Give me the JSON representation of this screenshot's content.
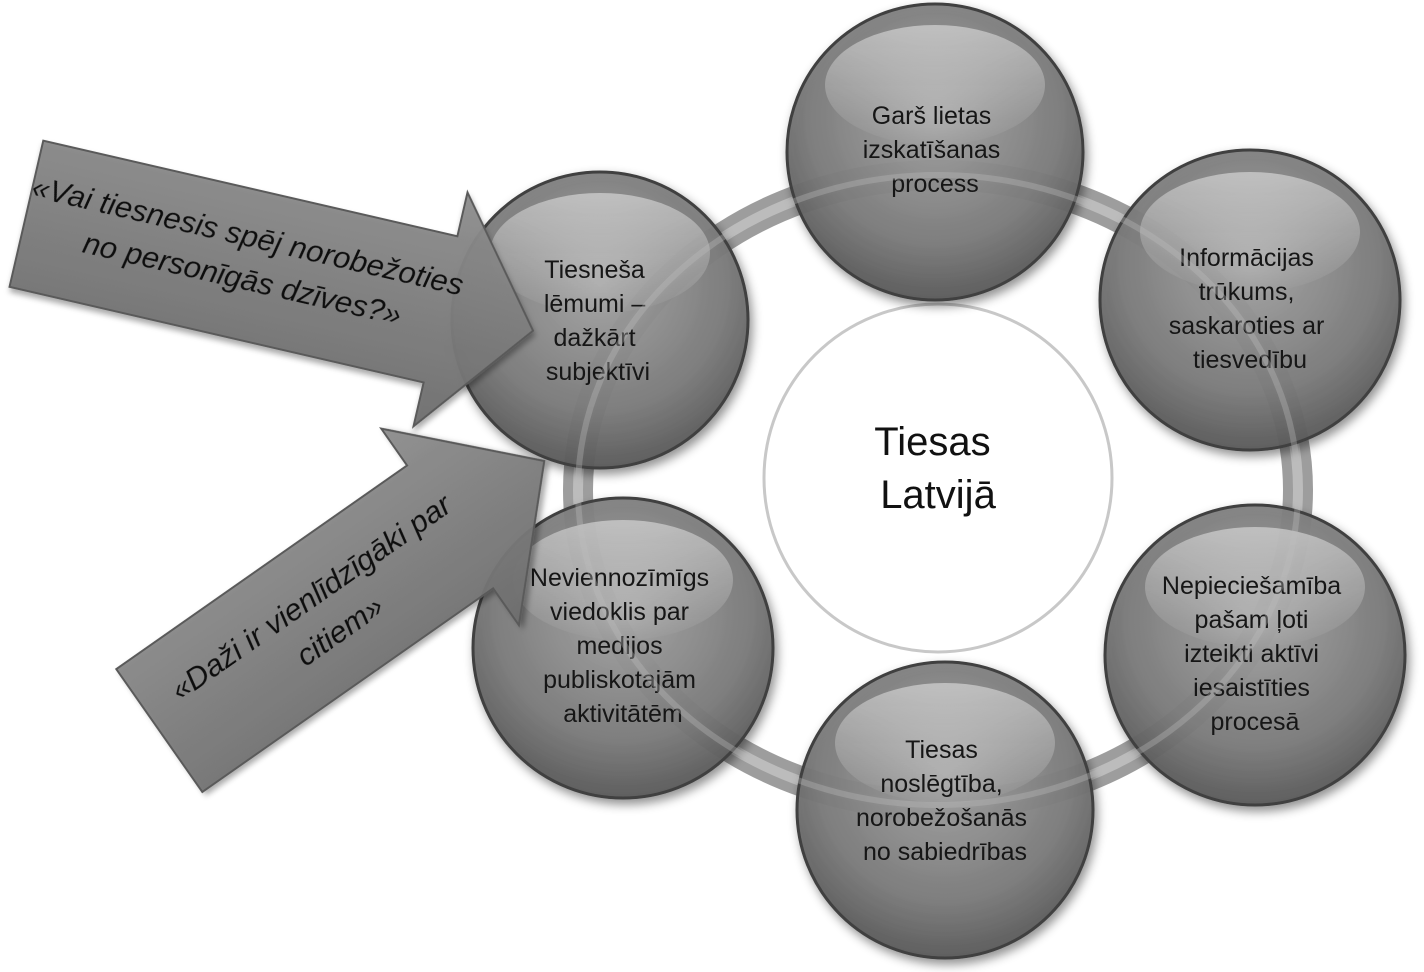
{
  "center": {
    "lines": [
      "Tiesas",
      "Latvijā"
    ]
  },
  "nodes": [
    {
      "id": "top",
      "lines": [
        "Garš lietas",
        "izskatīšanas",
        "process"
      ]
    },
    {
      "id": "upper-right",
      "lines": [
        "Informācijas",
        "trūkums,",
        "saskaroties ar",
        "tiesvedību"
      ]
    },
    {
      "id": "lower-right",
      "lines": [
        "Nepieciešamība",
        "pašam ļoti",
        "izteikti aktīvi",
        "iesaistīties",
        "procesā"
      ]
    },
    {
      "id": "bottom",
      "lines": [
        "Tiesas",
        "noslēgtība,",
        "norobežošanās",
        "no sabiedrības"
      ]
    },
    {
      "id": "lower-left",
      "lines": [
        "Neviennozīmīgs",
        "viedoklis par",
        "medijos",
        "publiskotajām",
        "aktivitātēm"
      ]
    },
    {
      "id": "upper-left",
      "lines": [
        "Tiesneša",
        "lēmumi –",
        "dažkārt",
        "subjektīvi"
      ]
    }
  ],
  "callouts": [
    {
      "id": "upper",
      "lines": [
        "«Vai tiesnesis spēj norobežoties",
        "no personīgās dzīves?»"
      ]
    },
    {
      "id": "lower",
      "lines": [
        "«Daži ir vienlīdzīgāki par",
        "citiem»"
      ]
    }
  ],
  "colors": {
    "node_fill_light": "#9a9a9a",
    "node_fill_dark": "#5c5c5c",
    "node_stroke": "#3f3f3f",
    "ring": "#8c8c8c",
    "center_fill": "#ffffff",
    "center_stroke": "#c8c8c8",
    "callout_fill": "#7d7d7d",
    "callout_stroke": "#5a5a5a"
  }
}
